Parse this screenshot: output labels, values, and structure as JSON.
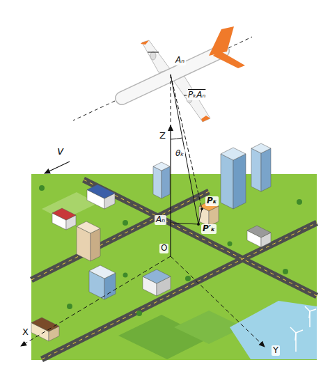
{
  "diagram": {
    "labels": [
      "v",
      "Aₙ",
      "PₖAₙ",
      "Z",
      "θₖ",
      "Aₙ",
      "Pₖ",
      "P′ₖ",
      "O",
      "X",
      "Y"
    ]
  }
}
